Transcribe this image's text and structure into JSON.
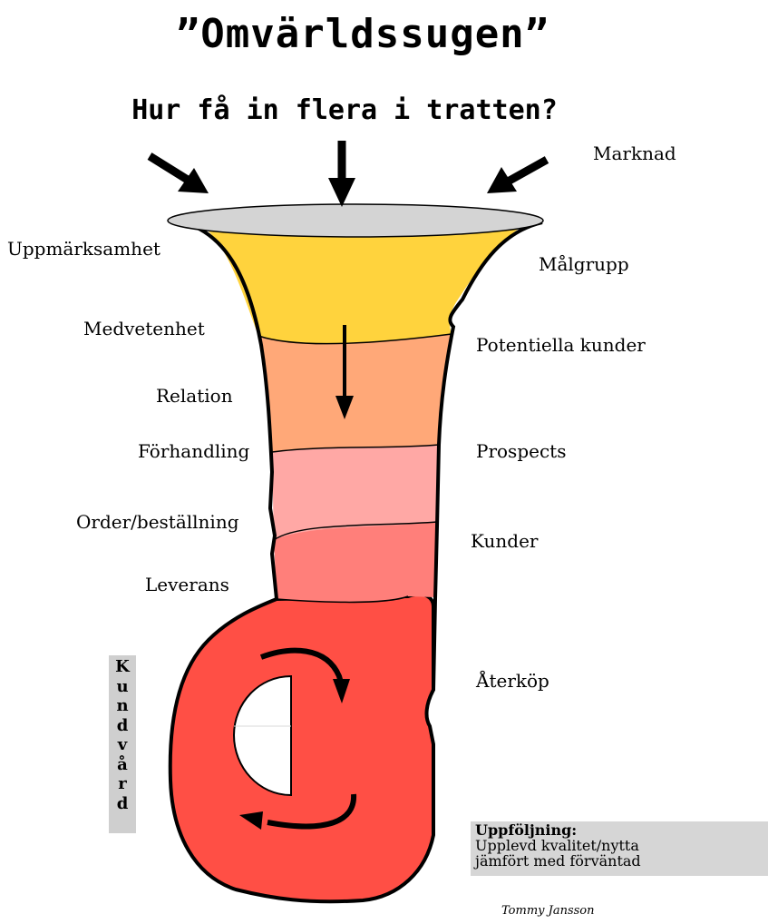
{
  "title": "”Omvärldssugen”",
  "subtitle": "Hur få in flera i tratten?",
  "left_labels": {
    "uppmarksamhet": "Uppmärksamhet",
    "medvetenhet": "Medvetenhet",
    "relation": "Relation",
    "forhandling": "Förhandling",
    "order": "Order/beställning",
    "leverans": "Leverans"
  },
  "right_labels": {
    "marknad": "Marknad",
    "malgrupp": "Målgrupp",
    "potentiella": "Potentiella kunder",
    "prospects": "Prospects",
    "kunder": "Kunder",
    "aterkop": "Återköp"
  },
  "kundvard_letters": [
    "K",
    "u",
    "n",
    "d",
    "v",
    "å",
    "r",
    "d"
  ],
  "followup": {
    "heading": "Uppföljning:",
    "line1": "Upplevd kvalitet/nytta",
    "line2": "jämfört med förväntad"
  },
  "author": "Tommy Jansson",
  "colors": {
    "rim": "#d4d4d4",
    "layer1": "#ffd33d",
    "layer2": "#ffa878",
    "layer3": "#ffa8a5",
    "layer4": "#ff7f7a",
    "bowl": "#ff4f45",
    "followup_bg": "#d6d6d6",
    "kundvard_bg": "#cfcfcf"
  }
}
